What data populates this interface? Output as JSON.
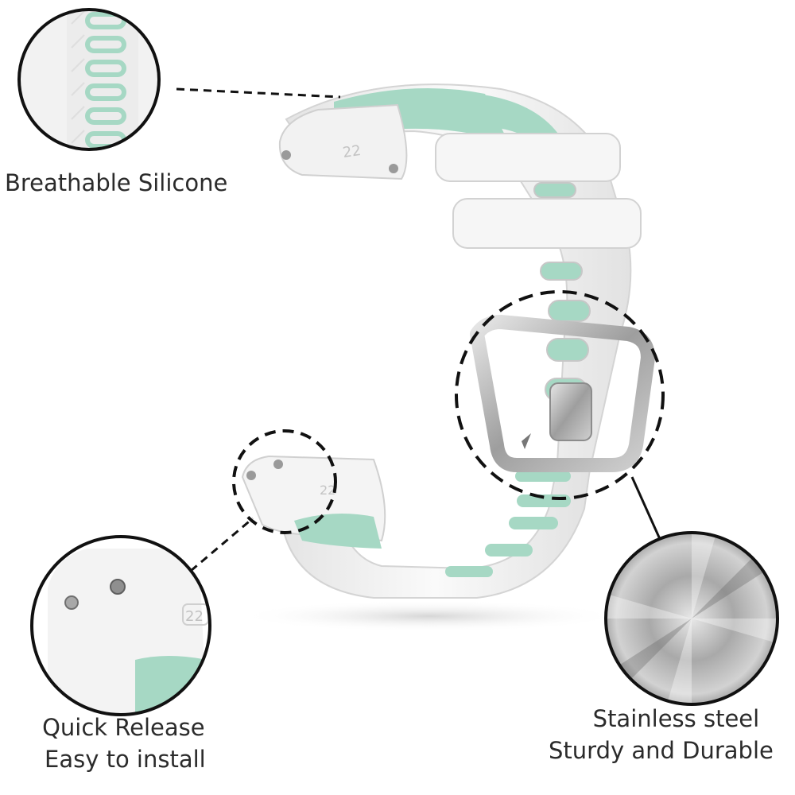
{
  "features": {
    "silicone": {
      "title": "Breathable Silicone"
    },
    "release": {
      "line1": "Quick Release",
      "line2": "Easy to install"
    },
    "steel": {
      "line1": "Stainless steel",
      "line2": "Sturdy and Durable"
    }
  },
  "strap": {
    "size_mark": "22"
  },
  "colors": {
    "strap_white": "#f4f4f4",
    "strap_shadow": "#dcdcdc",
    "accent_mint": "#a6d8c4",
    "steel": "#b8b8b8",
    "text": "#2b2b2b"
  }
}
